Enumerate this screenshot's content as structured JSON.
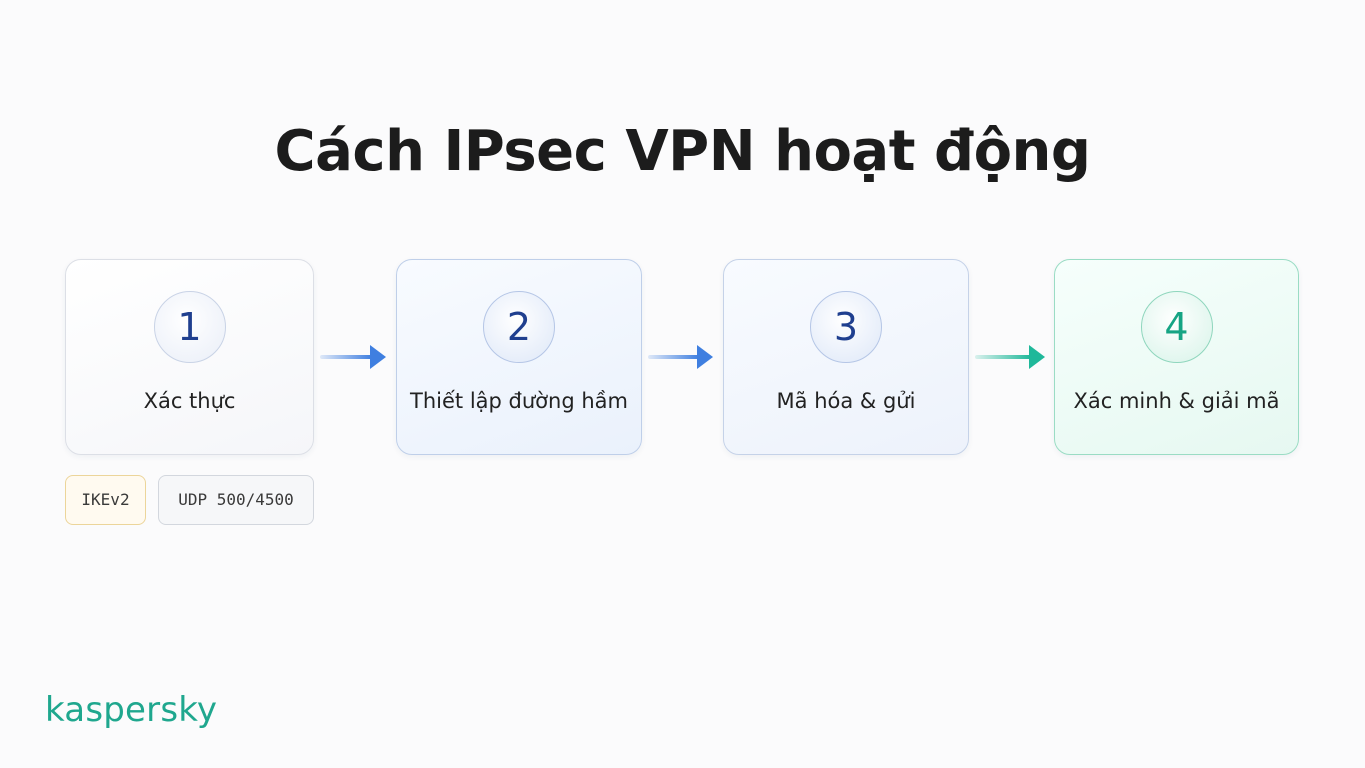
{
  "title": "Cách IPsec VPN hoạt động",
  "steps": [
    {
      "number": "1",
      "label": "Xác thực"
    },
    {
      "number": "2",
      "label": "Thiết lập đường hầm"
    },
    {
      "number": "3",
      "label": "Mã hóa & gửi"
    },
    {
      "number": "4",
      "label": "Xác minh & giải mã"
    }
  ],
  "tags": [
    "IKEv2",
    "UDP 500/4500"
  ],
  "brand": {
    "logo_text": "kaspersky"
  },
  "colors": {
    "title": "#1c1c1c",
    "step_number_blue": "#1f3f8f",
    "step_number_green": "#16a484",
    "arrow_blue": "#3f7fe0",
    "arrow_green": "#1fb89a",
    "brand_green": "#1fa78e",
    "tag_border_yellow": "#ecd59a"
  }
}
